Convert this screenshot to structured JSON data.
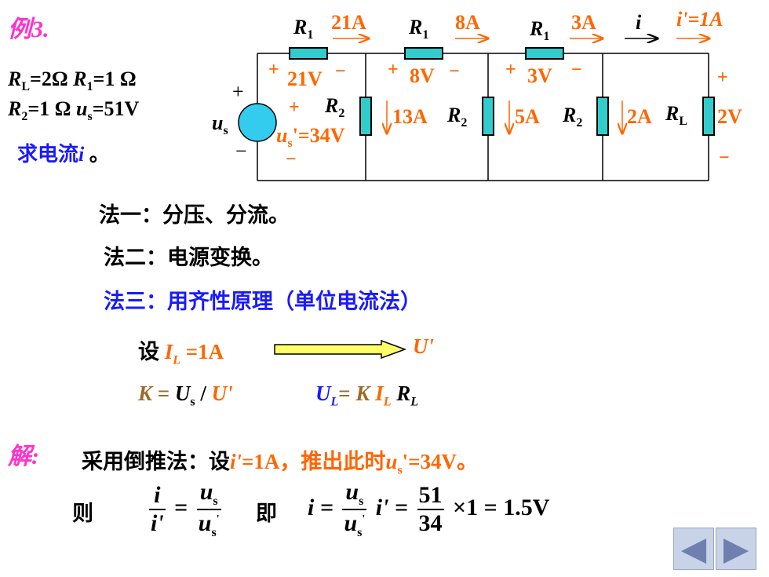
{
  "header": {
    "example_label": "例3."
  },
  "given": {
    "line1": [
      "R",
      "L",
      "=2Ω   ",
      "R",
      "1",
      "=1 Ω"
    ],
    "line2": [
      "R",
      "2",
      "=1 Ω  ",
      "u",
      "s",
      "=51V"
    ],
    "question": [
      "求电流",
      "i",
      " 。"
    ]
  },
  "circuit": {
    "r1_label": "R",
    "r1_sub": "1",
    "r2_label": "R",
    "r2_sub": "2",
    "rl_label": "R",
    "rl_sub": "L",
    "source_label": "u",
    "source_sub": "s",
    "currents_top": [
      "21A",
      "8A",
      "3A"
    ],
    "i_label": "i",
    "i_prime": "i'=1A",
    "voltages_top": [
      "21V",
      "8V",
      "3V"
    ],
    "currents_branch": [
      "13A",
      "5A",
      "2A"
    ],
    "rl_voltage": "2V",
    "us_prime": [
      "u",
      "s",
      "'=34V"
    ],
    "plus": "+",
    "minus": "−"
  },
  "methods": {
    "m1": "法一：分压、分流。",
    "m2": "法二：电源变换。",
    "m3": "法三：用齐性原理（单位电流法）"
  },
  "setup": {
    "set": "设 ",
    "il": "I",
    "il_sub": "L",
    "il_val": " =1A",
    "u_prime": "U'",
    "k_expr": [
      "K",
      " = ",
      "U",
      "s",
      " / ",
      "U'"
    ],
    "ul_expr": [
      "U",
      "L",
      "= ",
      "K ",
      "I",
      "L",
      " R",
      "L"
    ]
  },
  "solution": {
    "label": "解:",
    "text1": "采用倒推法：设",
    "i_prime": "i'",
    "text2": "=1A，推出此时",
    "us": "u",
    "us_sub": "s",
    "us_val": "'=34V。",
    "then": "则",
    "ji": "即",
    "eq1": {
      "num_l": "i",
      "den_l": "i'",
      "num_r": "u",
      "num_r_sub": "s",
      "den_r": "u",
      "den_r_sub": "s",
      "den_r_prime": "'"
    },
    "eq2": {
      "lhs": "i =",
      "num": "u",
      "num_sub": "s",
      "den": "u",
      "den_sub": "s",
      "den_prime": "'",
      "mid": "i' =",
      "num2": "51",
      "den2": "34",
      "tail": "×1 = 1.5V"
    }
  },
  "nav": {
    "prev": "◀",
    "next": "▶"
  },
  "colors": {
    "resistor": "#33cccc",
    "source": "#33ccee",
    "orange": "#ff6600",
    "blue": "#1a1aff",
    "pink": "#ff33cc",
    "brown": "#9b6a2a"
  }
}
